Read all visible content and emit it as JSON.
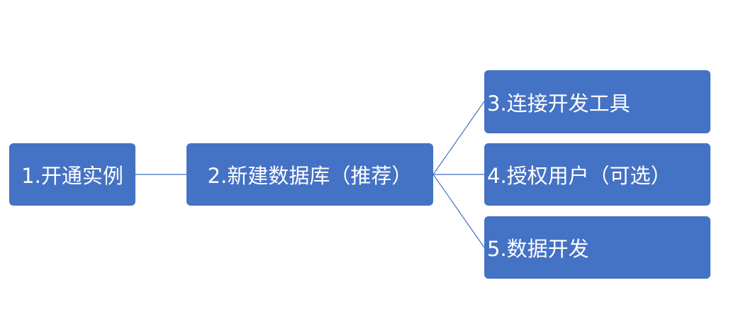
{
  "diagram": {
    "colors": {
      "node_fill": "#4472c4",
      "node_text": "#ffffff",
      "connector": "#4472c4"
    },
    "nodes": [
      {
        "id": "1",
        "label": "1.开通实例"
      },
      {
        "id": "2",
        "label": "2.新建数据库（推荐）"
      },
      {
        "id": "3",
        "label": "3.连接开发工具"
      },
      {
        "id": "4",
        "label": "4.授权用户（可选）"
      },
      {
        "id": "5",
        "label": "5.数据开发"
      }
    ],
    "edges": [
      {
        "from": "1",
        "to": "2"
      },
      {
        "from": "2",
        "to": "3"
      },
      {
        "from": "2",
        "to": "4"
      },
      {
        "from": "2",
        "to": "5"
      }
    ]
  }
}
